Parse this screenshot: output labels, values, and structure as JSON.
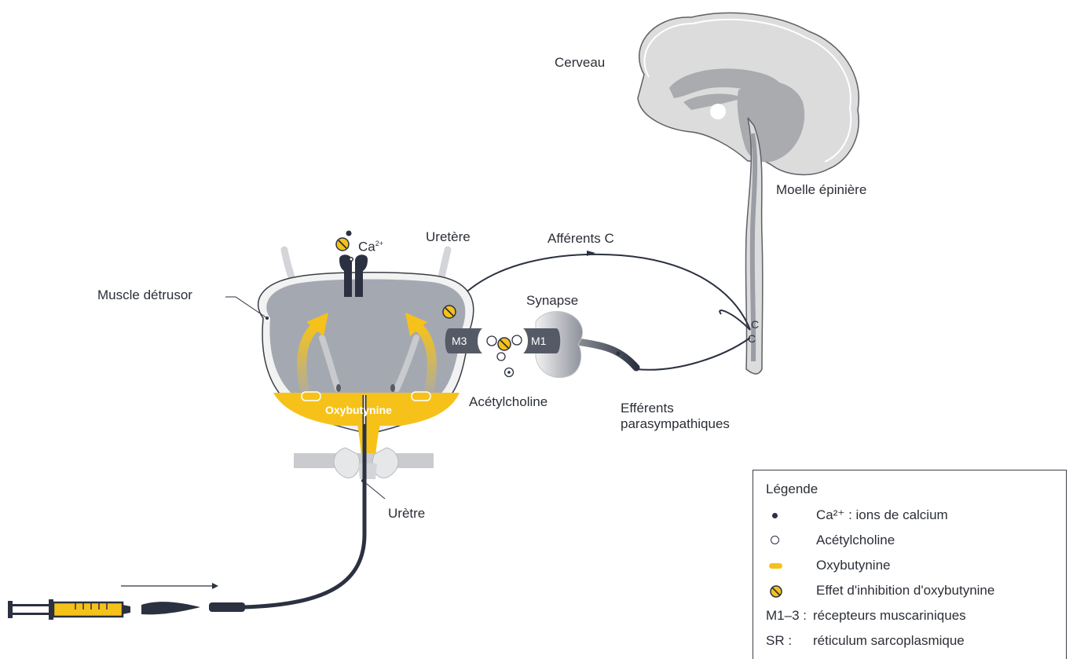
{
  "labels": {
    "cerveau": "Cerveau",
    "moelle": "Moelle épinière",
    "muscle": "Muscle détrusor",
    "calcium": "Ca",
    "calcium_charge": "2+",
    "uretere": "Uretère",
    "afferents": "Afférents C",
    "synapse": "Synapse",
    "m3": "M3",
    "m1": "M1",
    "acetylcholine": "Acétylcholine",
    "efferents_line1": "Efférents",
    "efferents_line2": "parasympathiques",
    "oxybutynine": "Oxybutynine",
    "uretre": "Urètre"
  },
  "legend": {
    "title": "Légende",
    "items": [
      {
        "symbol": "calcium-dot",
        "text": "Ca²⁺ : ions de calcium"
      },
      {
        "symbol": "acetylcholine-ring",
        "text": "Acétylcholine"
      },
      {
        "symbol": "oxybutynine-pill",
        "text": "Oxybutynine"
      },
      {
        "symbol": "inhibition",
        "text": "Effet d'inhibition d'oxybutynine"
      }
    ],
    "codes": [
      {
        "code": "M1–3 :",
        "text": "récepteurs muscariniques"
      },
      {
        "code": "SR :",
        "text": "réticulum sarcoplasmique"
      }
    ]
  },
  "colors": {
    "dark": "#2b3140",
    "bladder_fill": "#a4a9b1",
    "bladder_light": "#d9dadd",
    "brain": "#dcdcdc",
    "brain_dark": "#a9abae",
    "oxybutynine": "#f6c21a"
  }
}
